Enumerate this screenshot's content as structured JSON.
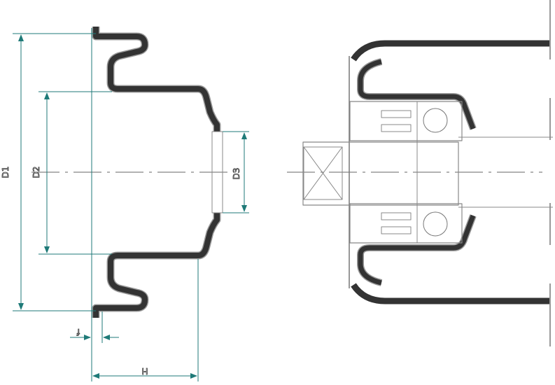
{
  "colors": {
    "dimension": "#1f7a78",
    "profile": "#333333",
    "outline": "#9a9a9a"
  },
  "labels": {
    "d1": "D1",
    "d2": "D2",
    "d3": "D3",
    "f": "f",
    "h": "H"
  }
}
